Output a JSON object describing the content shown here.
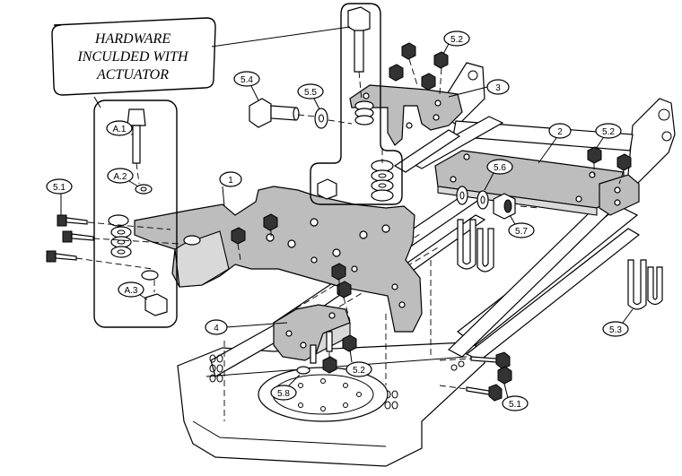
{
  "callout": {
    "lines": [
      "HARDWARE",
      "INCULDED WITH",
      "ACTUATOR"
    ]
  },
  "labels": {
    "l1": "1",
    "l2": "2",
    "l3": "3",
    "l4": "4",
    "a1": "A.1",
    "a2": "A.2",
    "a3": "A.3",
    "l51a": "5.1",
    "l51b": "5.1",
    "l52a": "5.2",
    "l52b": "5.2",
    "l52c": "5.2",
    "l53": "5.3",
    "l54": "5.4",
    "l55": "5.5",
    "l56": "5.6",
    "l57": "5.7",
    "l58": "5.8"
  }
}
